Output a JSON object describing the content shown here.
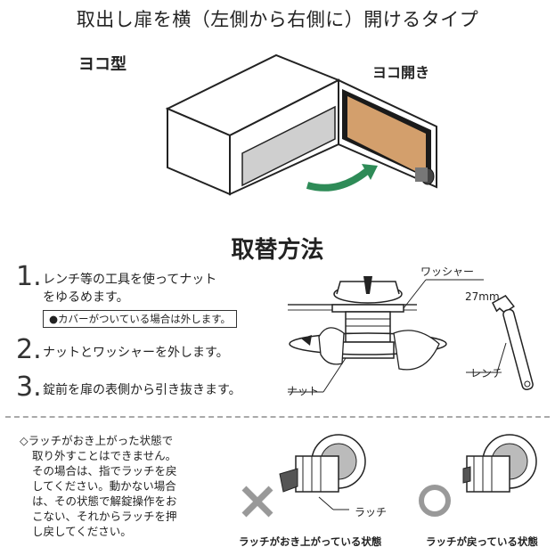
{
  "header": {
    "title": "取出し扉を横（左側から右側に）開けるタイプ",
    "type_label": "ヨコ型",
    "open_label": "ヨコ開き"
  },
  "section": {
    "title": "取替方法"
  },
  "steps": [
    {
      "number": "1.",
      "lines": [
        "レンチ等の工具を使ってナット",
        "をゆるめます。"
      ]
    },
    {
      "number": "2.",
      "lines": [
        "ナットとワッシャーを外します。"
      ]
    },
    {
      "number": "3.",
      "lines": [
        "錠前を扉の表側から引き抜きます。"
      ]
    }
  ],
  "note": "●カバーがついている場合は外します。",
  "diagram_labels": {
    "washer": "ワッシャー",
    "size": "27mm",
    "wrench": "レンチ",
    "nut": "ナット",
    "latch": "ラッチ"
  },
  "latch_note": {
    "lines": [
      "◇ラッチがおき上がった状態で",
      "取り外すことはできません。",
      "その場合は、指でラッチを戻",
      "してください。動かない場合",
      "は、その状態で解錠操作をお",
      "こない、それからラッチを押",
      "し戻してください。"
    ]
  },
  "captions": {
    "raised": "ラッチがおき上がっている状態",
    "returned": "ラッチが戻っている状態"
  }
}
